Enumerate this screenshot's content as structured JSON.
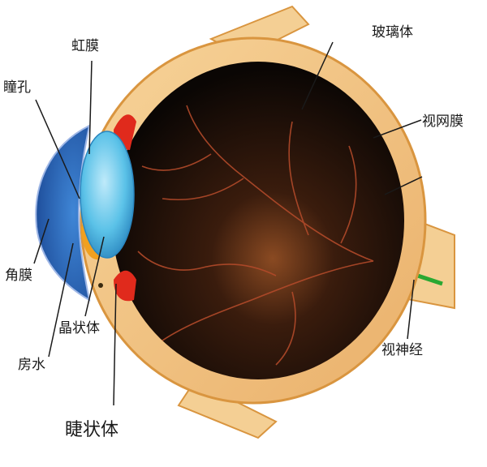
{
  "labels": {
    "iris": "虹膜",
    "pupil": "瞳孔",
    "vitreous": "玻璃体",
    "retina": "视网膜",
    "cornea": "角膜",
    "lens": "晶状体",
    "aqueous": "房水",
    "optic_nerve": "视神经",
    "ciliary": "睫状体"
  },
  "colors": {
    "sclera": "#f2c27d",
    "sclera_edge": "#d9953f",
    "interior_dark": "#0a0604",
    "interior_glow": "#8a4a22",
    "cornea": "#2c6fc4",
    "lens": "#5bc2e8",
    "ciliary_red": "#e02a1c",
    "iris_yellow": "#f0a020",
    "optic_green": "#2aa832",
    "vessel": "#b24a2a"
  }
}
